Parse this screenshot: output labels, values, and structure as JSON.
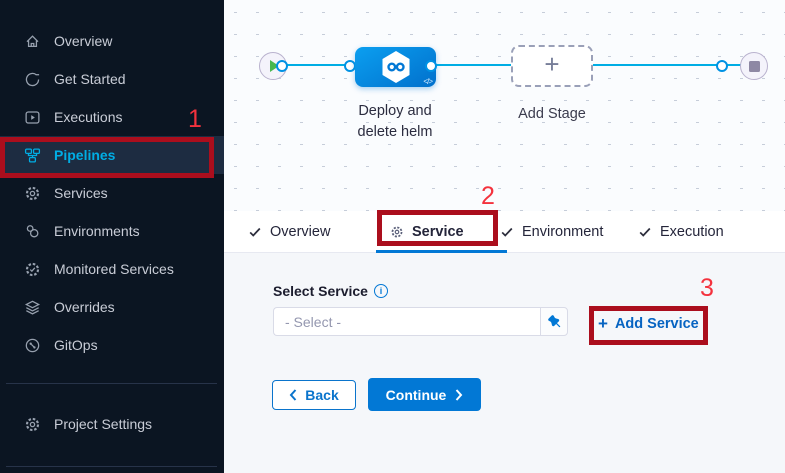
{
  "sidebar": {
    "items": [
      {
        "label": "Overview",
        "icon": "home-icon"
      },
      {
        "label": "Get Started",
        "icon": "get-started-icon"
      },
      {
        "label": "Executions",
        "icon": "executions-icon"
      },
      {
        "label": "Pipelines",
        "icon": "pipelines-icon",
        "active": true
      },
      {
        "label": "Services",
        "icon": "gear-icon"
      },
      {
        "label": "Environments",
        "icon": "environments-icon"
      },
      {
        "label": "Monitored Services",
        "icon": "monitored-gear-icon"
      },
      {
        "label": "Overrides",
        "icon": "layers-icon"
      },
      {
        "label": "GitOps",
        "icon": "gitops-icon"
      }
    ],
    "footer_item": {
      "label": "Project Settings",
      "icon": "gear-icon"
    }
  },
  "canvas": {
    "start_node": "pipeline-start",
    "end_node": "pipeline-end",
    "stage": {
      "name_line1": "Deploy and",
      "name_line2": "delete helm",
      "icon": "cd-infinity-icon",
      "code_glyph": "</>"
    },
    "add_stage": {
      "label": "Add Stage",
      "plus": "+"
    }
  },
  "tabs": [
    {
      "label": "Overview",
      "icon": "check-icon"
    },
    {
      "label": "Service",
      "icon": "gear-icon",
      "active": true
    },
    {
      "label": "Environment",
      "icon": "check-icon"
    },
    {
      "label": "Execution",
      "icon": "check-icon"
    }
  ],
  "form": {
    "select_service_label": "Select Service",
    "info_icon_text": "i",
    "select_placeholder": "- Select -",
    "pin_icon": "pin-icon",
    "add_service": {
      "plus": "+",
      "label": "Add Service"
    },
    "back_label": "Back",
    "continue_label": "Continue"
  },
  "annotations": {
    "one": "1",
    "two": "2",
    "three": "3"
  },
  "colors": {
    "sidebar_bg": "#0b1522",
    "sidebar_active": "#00ade4",
    "primary_blue": "#0278d5",
    "connector_cyan": "#00ade4",
    "annotation_box_red": "#ab0e1d",
    "annotation_number_red": "#f4323d",
    "form_bg": "#f5f7fa"
  }
}
